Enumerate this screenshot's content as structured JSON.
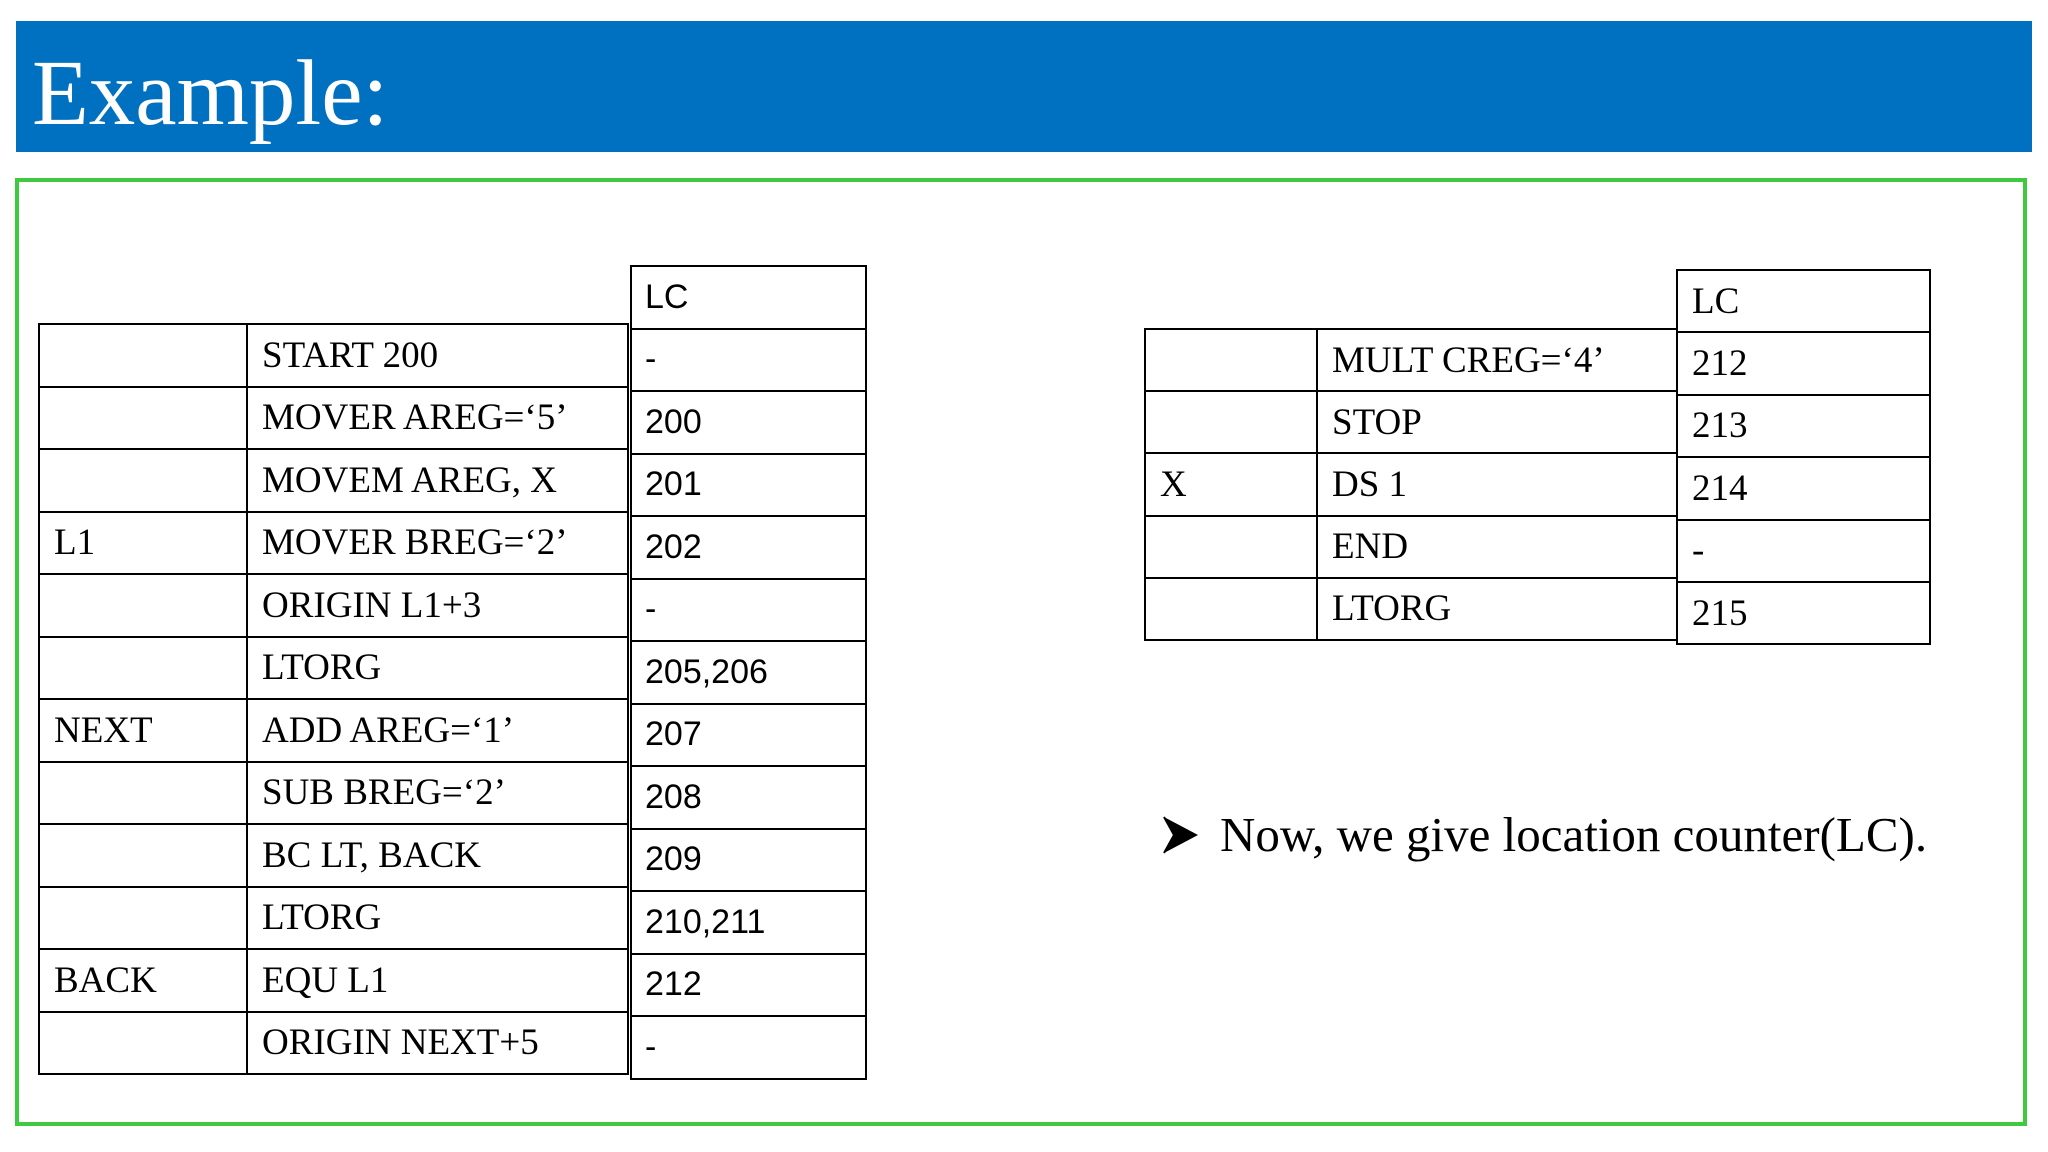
{
  "slide": {
    "title": "Example:"
  },
  "left_table": {
    "lc_header": "LC",
    "rows": [
      {
        "label": "",
        "instruction": "START   200",
        "lc": "-"
      },
      {
        "label": "",
        "instruction": "MOVER   AREG=‘5’",
        "lc": "200"
      },
      {
        "label": "",
        "instruction": "MOVEM   AREG, X",
        "lc": "201"
      },
      {
        "label": "L1",
        "instruction": "MOVER   BREG=‘2’",
        "lc": "202"
      },
      {
        "label": "",
        "instruction": "ORIGIN   L1+3",
        "lc": "-"
      },
      {
        "label": "",
        "instruction": "LTORG",
        "lc": "205,206"
      },
      {
        "label": "NEXT",
        "instruction": "ADD AREG=‘1’",
        "lc": "207"
      },
      {
        "label": "",
        "instruction": "SUB BREG=‘2’",
        "lc": "208"
      },
      {
        "label": "",
        "instruction": "BC LT, BACK",
        "lc": "209"
      },
      {
        "label": "",
        "instruction": "LTORG",
        "lc": "210,211"
      },
      {
        "label": "BACK",
        "instruction": "EQU   L1",
        "lc": "212"
      },
      {
        "label": "",
        "instruction": "ORIGIN   NEXT+5",
        "lc": "-"
      }
    ]
  },
  "right_table": {
    "lc_header": "LC",
    "rows": [
      {
        "label": "",
        "instruction": "MULT CREG=‘4’",
        "lc": "212"
      },
      {
        "label": "",
        "instruction": "STOP",
        "lc": "213"
      },
      {
        "label": "X",
        "instruction": "DS   1",
        "lc": "214"
      },
      {
        "label": "",
        "instruction": "END",
        "lc": "-"
      },
      {
        "label": "",
        "instruction": "LTORG",
        "lc": "215"
      }
    ]
  },
  "note": {
    "icon": "arrow-bullet-icon",
    "text": "Now, we give location counter(LC)."
  },
  "colors": {
    "title_bar": "#0070c0",
    "title_text": "#ffffff",
    "frame_border": "#3fc93f"
  }
}
